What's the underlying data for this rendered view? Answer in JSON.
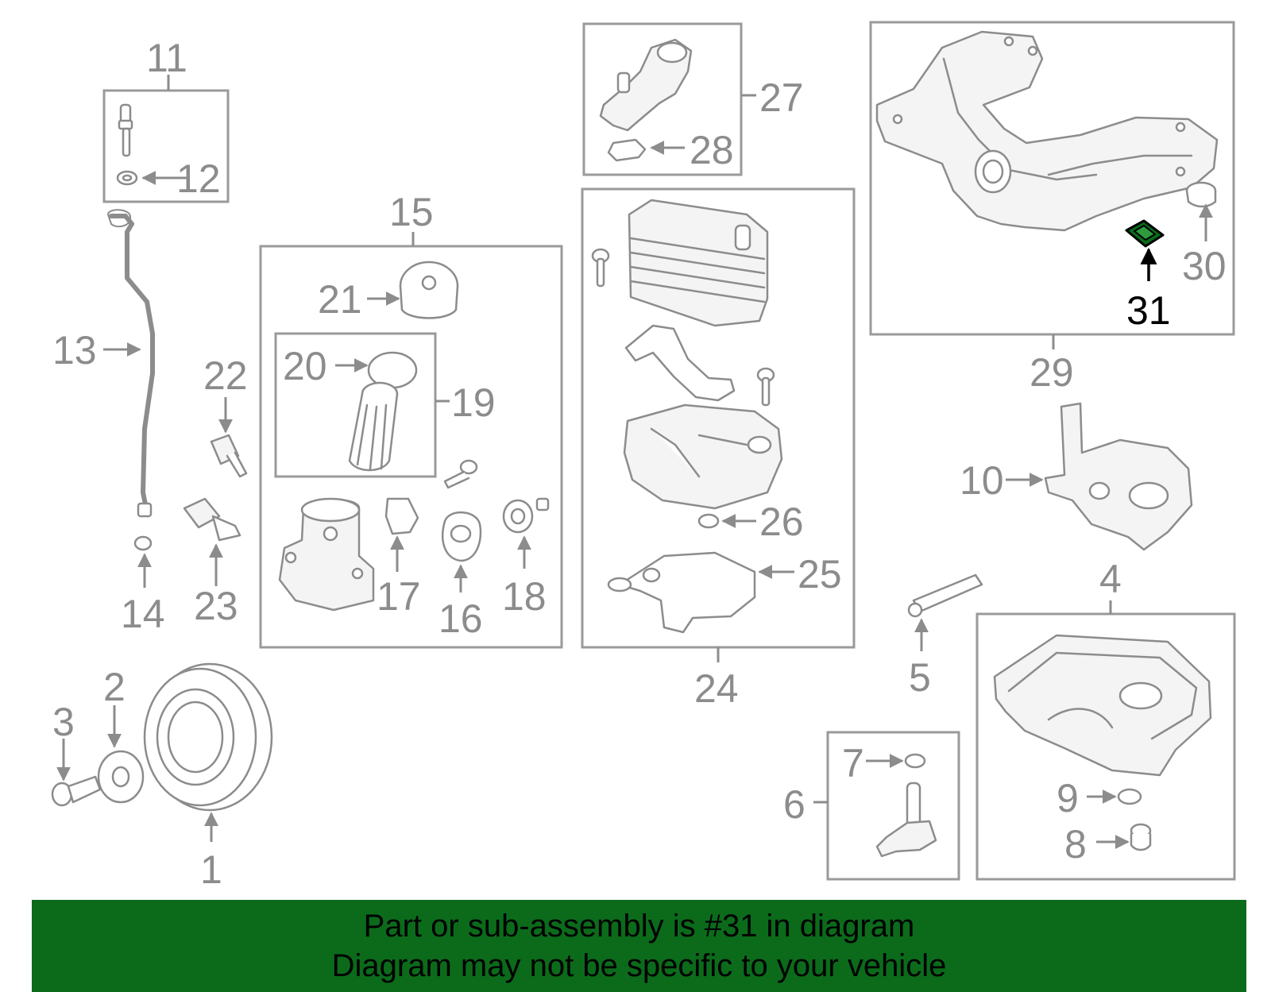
{
  "diagram": {
    "highlight_color": "#0b6b1b",
    "callouts": {
      "1": "1",
      "2": "2",
      "3": "3",
      "4": "4",
      "5": "5",
      "6": "6",
      "7": "7",
      "8": "8",
      "9": "9",
      "10": "10",
      "11": "11",
      "12": "12",
      "13": "13",
      "14": "14",
      "15": "15",
      "16": "16",
      "17": "17",
      "18": "18",
      "19": "19",
      "20": "20",
      "21": "21",
      "22": "22",
      "23": "23",
      "24": "24",
      "25": "25",
      "26": "26",
      "27": "27",
      "28": "28",
      "29": "29",
      "30": "30",
      "31": "31"
    }
  },
  "banner": {
    "line1": "Part or sub-assembly is #31 in diagram",
    "line2": "Diagram may not be specific to your vehicle",
    "background": "#0b6b1b"
  }
}
